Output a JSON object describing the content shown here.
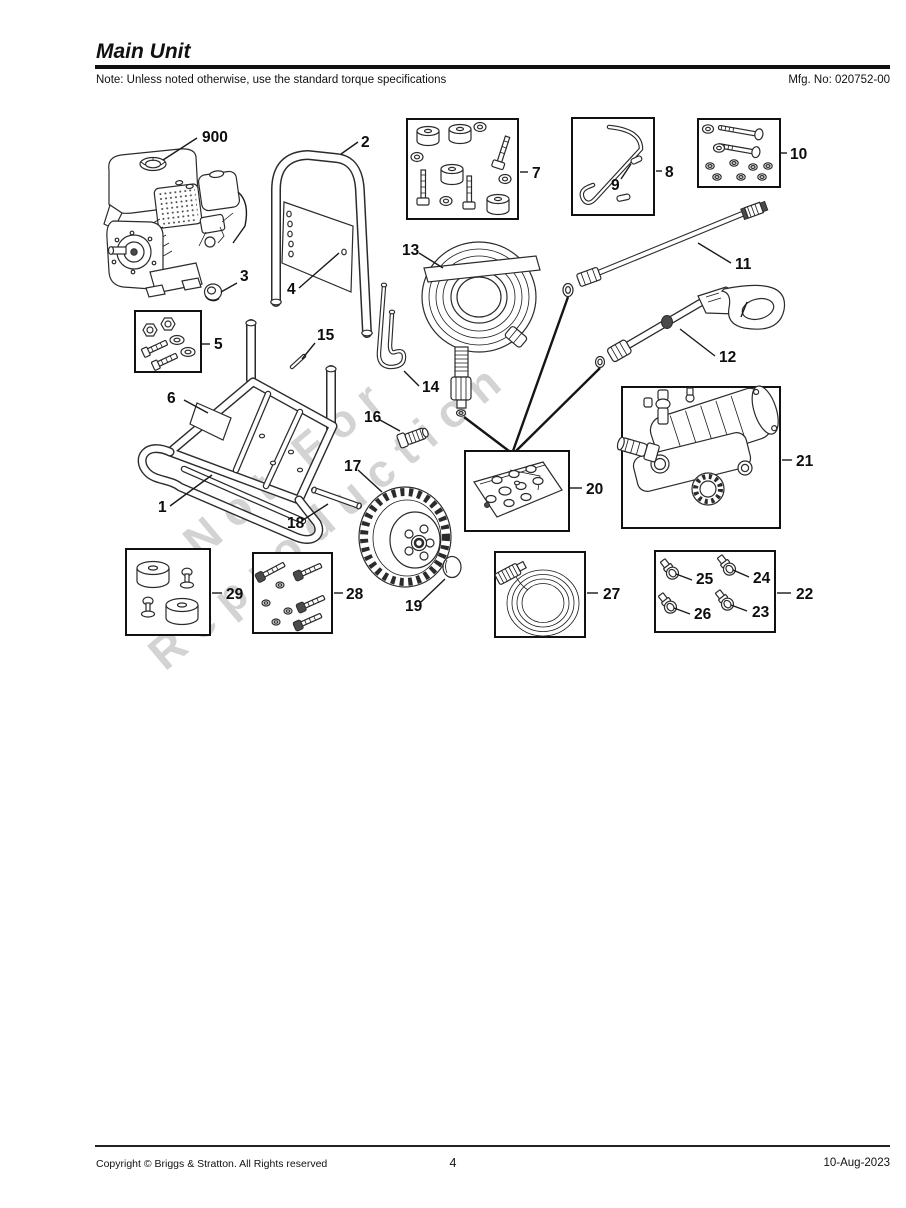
{
  "header": {
    "title": "Main Unit",
    "note": "Note: Unless noted otherwise, use the standard torque specifications",
    "mfg_no": "Mfg. No: 020752-00"
  },
  "watermark": {
    "line1": "Not For",
    "line2": "Reproduction"
  },
  "footer": {
    "copyright": "Copyright ©  Briggs & Stratton. All Rights reserved",
    "page": "4",
    "date": "10-Aug-2023"
  },
  "diagram": {
    "callouts": {
      "900": "900",
      "1": "1",
      "2": "2",
      "3": "3",
      "4": "4",
      "5": "5",
      "6": "6",
      "7": "7",
      "8": "8",
      "9": "9",
      "10": "10",
      "11": "11",
      "12": "12",
      "13": "13",
      "14": "14",
      "15": "15",
      "16": "16",
      "17": "17",
      "18": "18",
      "19": "19",
      "20": "20",
      "21": "21",
      "22": "22",
      "23": "23",
      "24": "24",
      "25": "25",
      "26": "26",
      "27": "27",
      "28": "28",
      "29": "29"
    }
  }
}
